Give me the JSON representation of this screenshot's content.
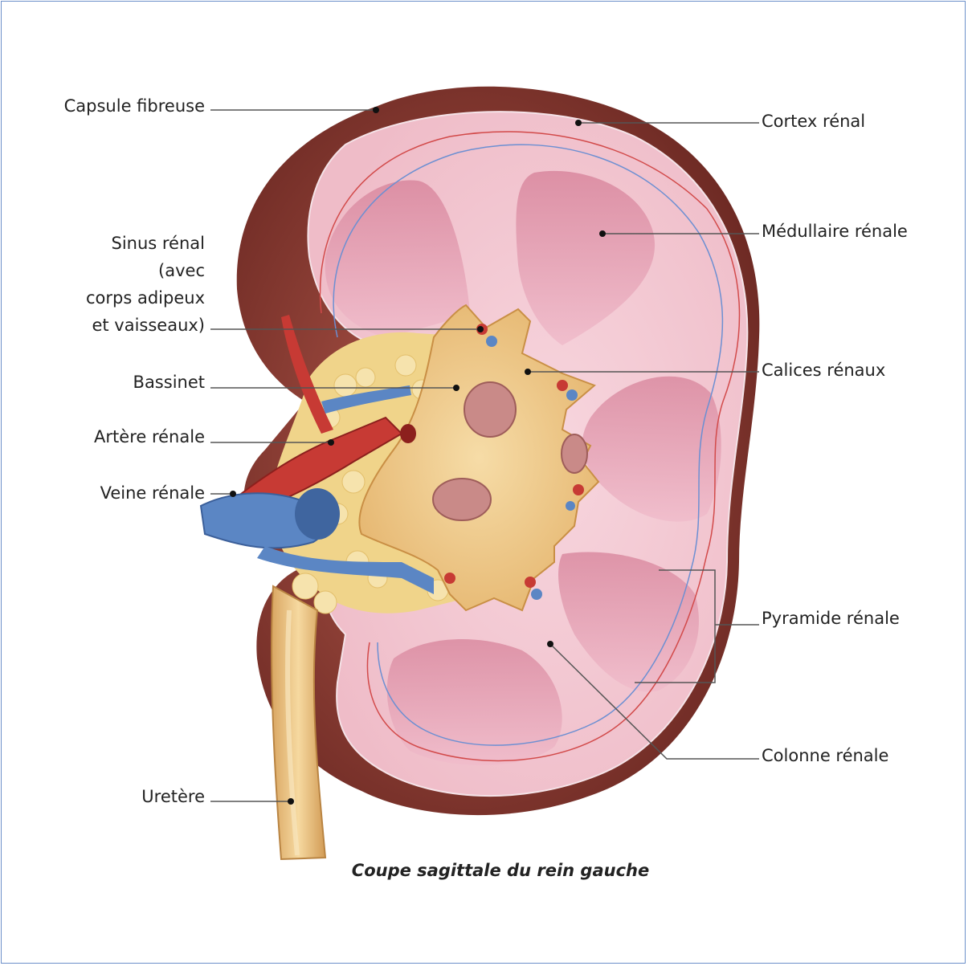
{
  "labels": {
    "capsule": "Capsule fibreuse",
    "sinus": [
      "Sinus rénal",
      "(avec",
      "corps adipeux",
      "et vaisseaux)"
    ],
    "bassinet": "Bassinet",
    "artere": "Artère rénale",
    "veine": "Veine rénale",
    "uretere": "Uretère",
    "cortex": "Cortex rénal",
    "medullaire": "Médullaire rénale",
    "calices": "Calices rénaux",
    "pyramide": "Pyramide rénale",
    "colonne": "Colonne rénale"
  },
  "caption": "Coupe sagittale du rein gauche",
  "colors": {
    "frame": "#6b8fc9",
    "capsule": "#8a3a32",
    "cortex": "#f2c6d0",
    "medulla": "#e39aad",
    "pelvis": "#efce8f",
    "artery": "#c23b36",
    "vein": "#5b86c4",
    "leader": "#555555"
  }
}
